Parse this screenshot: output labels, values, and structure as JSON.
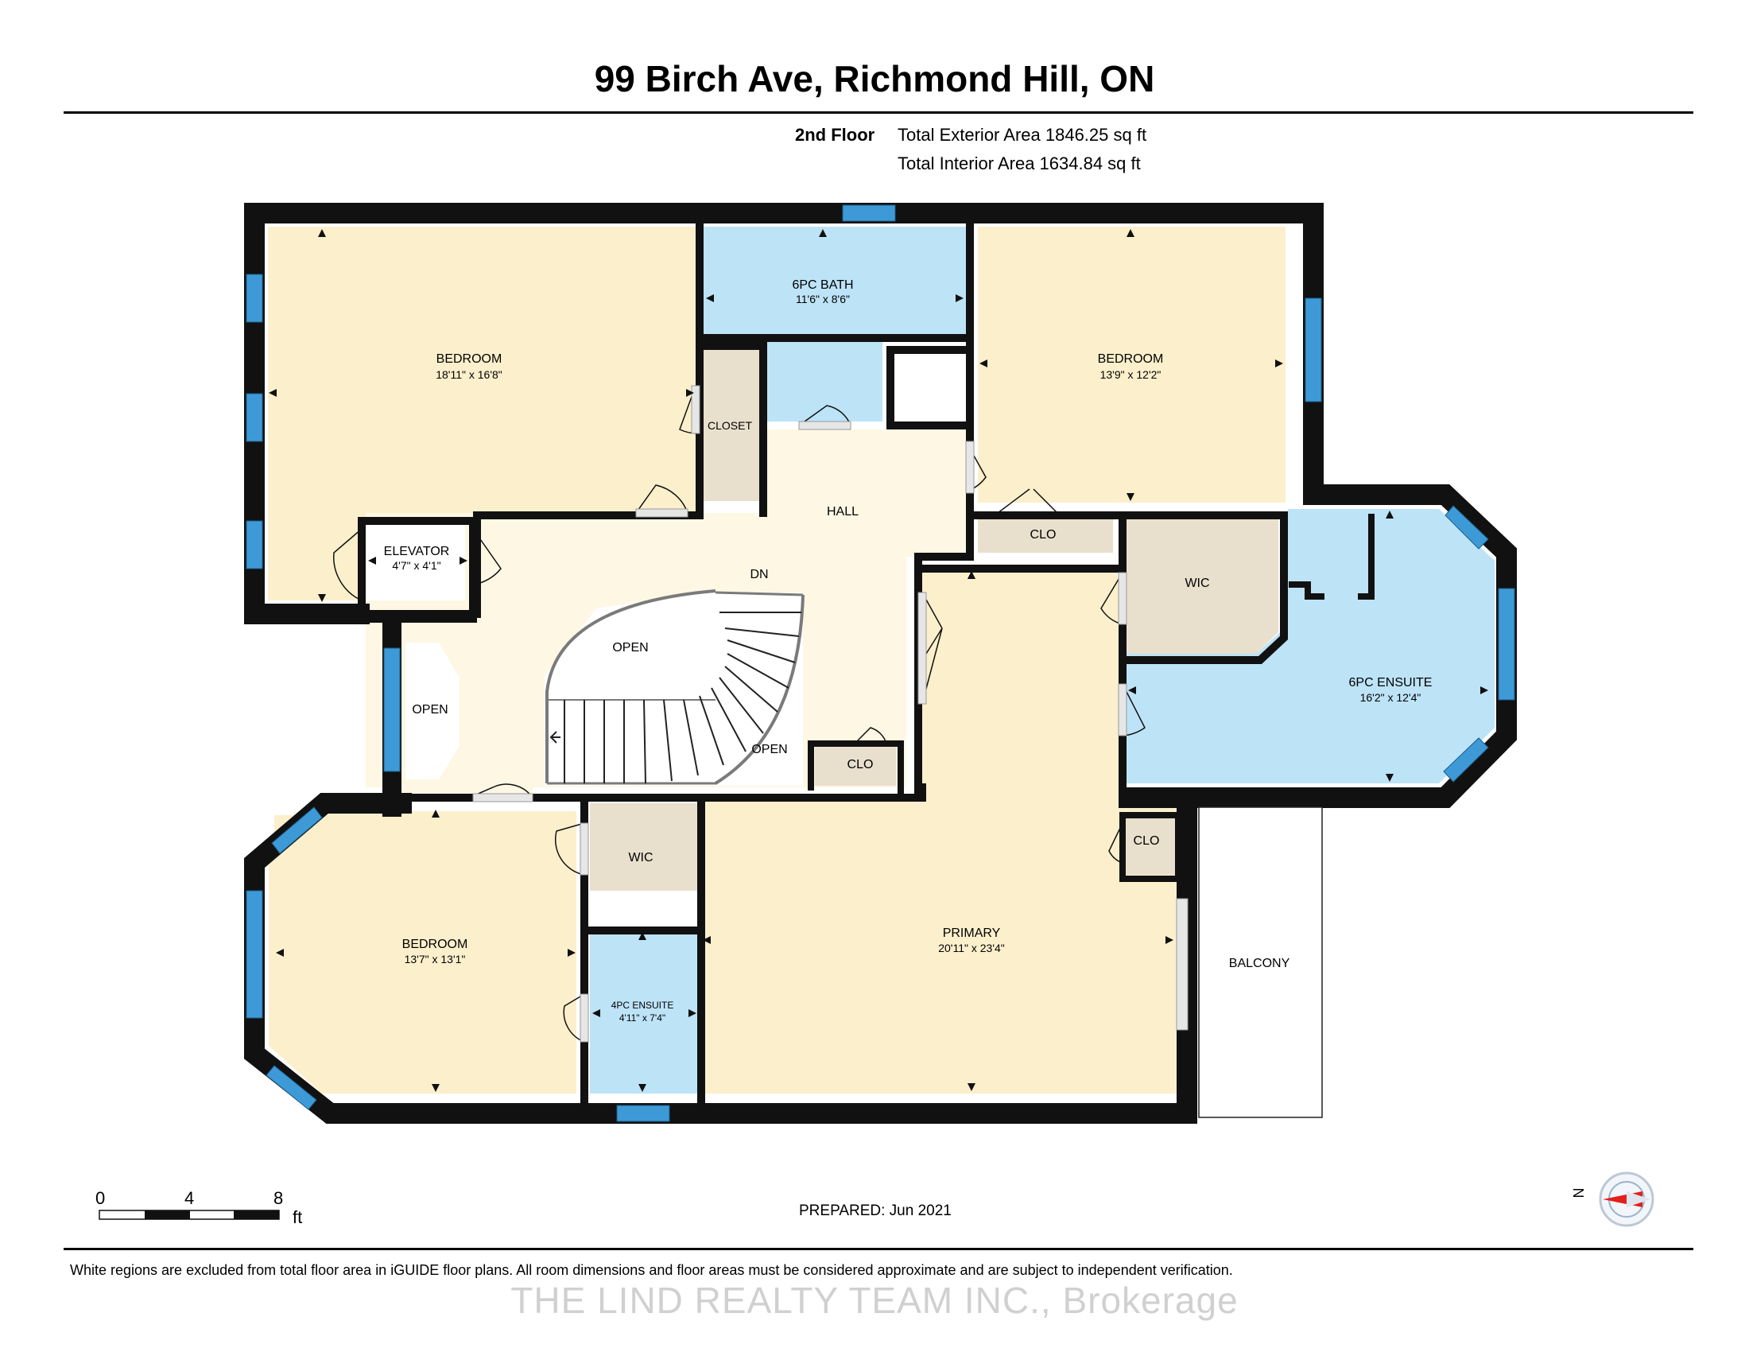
{
  "header": {
    "title": "99 Birch Ave, Richmond Hill, ON",
    "floor": "2nd Floor",
    "exterior_area": "Total Exterior Area 1846.25 sq ft",
    "interior_area": "Total Interior Area 1634.84 sq ft"
  },
  "rooms": {
    "bedroom_nw": {
      "label": "BEDROOM",
      "dims": "18'11\" x 16'8\""
    },
    "bath_6pc": {
      "label": "6PC BATH",
      "dims": "11'6\" x 8'6\""
    },
    "bedroom_ne": {
      "label": "BEDROOM",
      "dims": "13'9\" x 12'2\""
    },
    "closet": {
      "label": "CLOSET"
    },
    "hall": {
      "label": "HALL"
    },
    "dn": {
      "label": "DN"
    },
    "clo_top": {
      "label": "CLO"
    },
    "elevator": {
      "label": "ELEVATOR",
      "dims": "4'7\" x 4'1\""
    },
    "open_stair": {
      "label": "OPEN"
    },
    "open_bay": {
      "label": "OPEN"
    },
    "open_lower": {
      "label": "OPEN"
    },
    "clo_mid": {
      "label": "CLO"
    },
    "wic_east": {
      "label": "WIC"
    },
    "ensuite_6pc": {
      "label": "6PC ENSUITE",
      "dims": "16'2\" x 12'4\""
    },
    "wic_south": {
      "label": "WIC"
    },
    "clo_east": {
      "label": "CLO"
    },
    "bedroom_sw": {
      "label": "BEDROOM",
      "dims": "13'7\" x 13'1\""
    },
    "ensuite_4pc": {
      "label": "4PC ENSUITE",
      "dims": "4'11\" x 7'4\""
    },
    "primary": {
      "label": "PRIMARY",
      "dims": "20'11\" x 23'4\""
    },
    "balcony": {
      "label": "BALCONY"
    }
  },
  "scale": {
    "ticks": [
      "0",
      "4",
      "8"
    ],
    "unit": "ft"
  },
  "compass": {
    "label": "N"
  },
  "footer": {
    "prepared": "PREPARED: Jun 2021",
    "disclaimer": "White regions are excluded from total floor area in iGUIDE floor plans. All room dimensions and floor areas must be considered approximate and are subject to independent verification.",
    "watermark": "THE LIND REALTY TEAM INC., Brokerage"
  },
  "colors": {
    "bedroom": "#fcefcc",
    "bath": "#bde3f7",
    "closet": "#e9dfcd",
    "hall": "#fdf7e4",
    "wall": "#111111",
    "window": "#3d9ad6"
  }
}
